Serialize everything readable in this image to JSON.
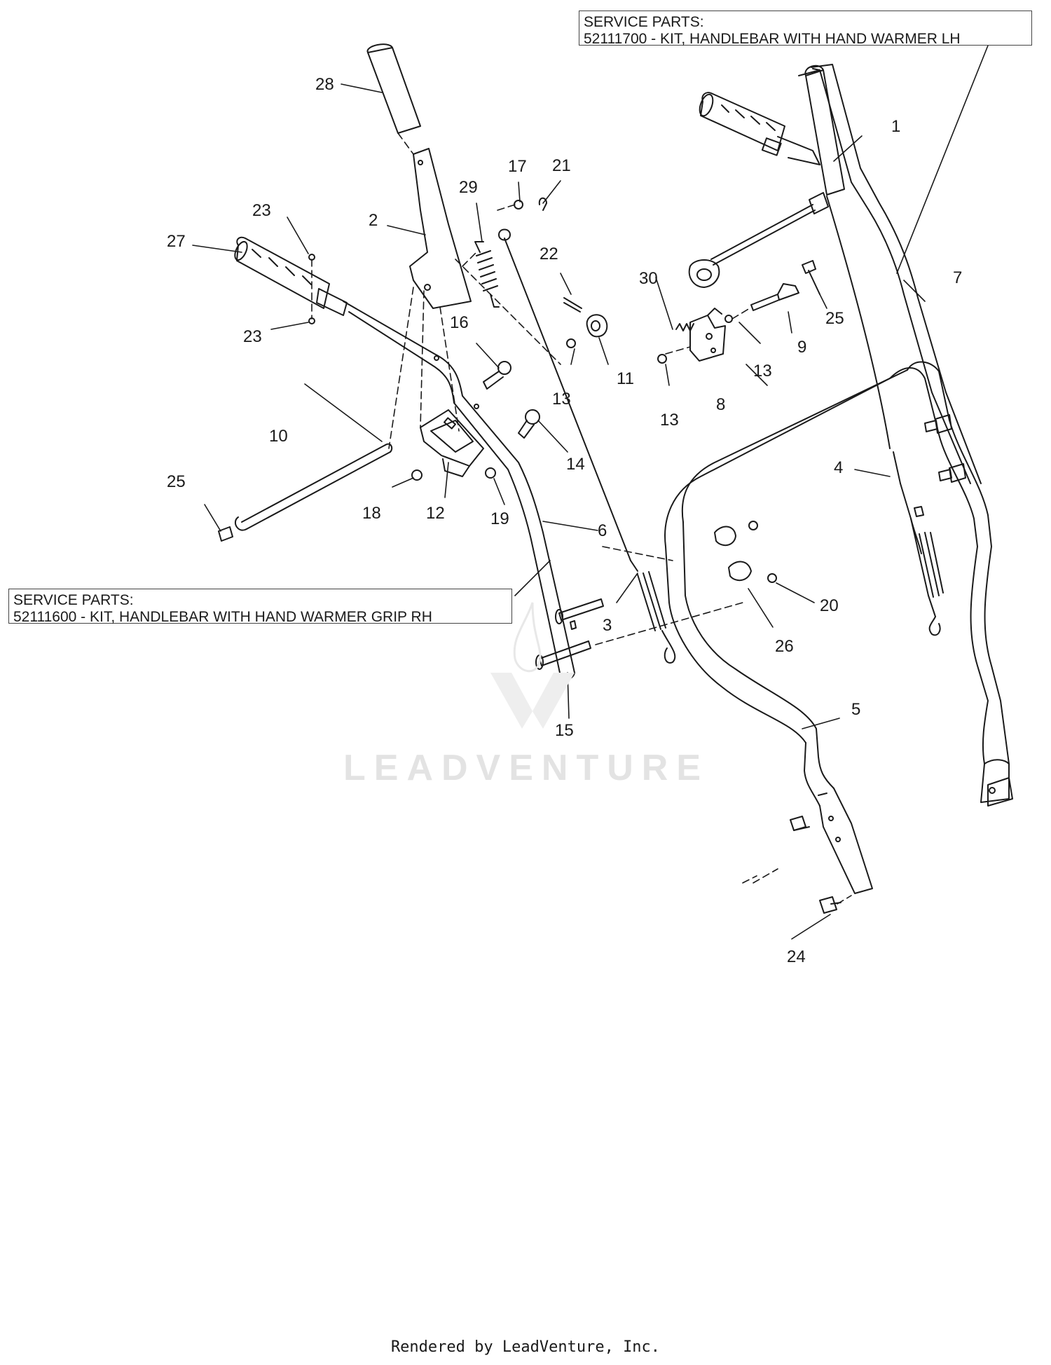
{
  "service_parts_lh": {
    "heading": "SERVICE PARTS:",
    "line": "52111700 - KIT, HANDLEBAR WITH HAND WARMER LH"
  },
  "service_parts_rh": {
    "heading": "SERVICE PARTS:",
    "line": "52111600 - KIT, HANDLEBAR WITH HAND WARMER GRIP RH"
  },
  "watermark": "LEADVENTURE",
  "footer": "Rendered by LeadVenture, Inc.",
  "callouts": {
    "c1": "1",
    "c2": "2",
    "c3": "3",
    "c4": "4",
    "c5": "5",
    "c6": "6",
    "c7": "7",
    "c8": "8",
    "c9": "9",
    "c10": "10",
    "c11": "11",
    "c12": "12",
    "c13a": "13",
    "c13b": "13",
    "c13c": "13",
    "c13d": "13",
    "c14": "14",
    "c15": "15",
    "c16": "16",
    "c17": "17",
    "c18": "18",
    "c19": "19",
    "c20": "20",
    "c21": "21",
    "c22": "22",
    "c23a": "23",
    "c23b": "23",
    "c24": "24",
    "c25a": "25",
    "c25b": "25",
    "c26": "26",
    "c27": "27",
    "c28": "28",
    "c29": "29",
    "c30": "30"
  }
}
